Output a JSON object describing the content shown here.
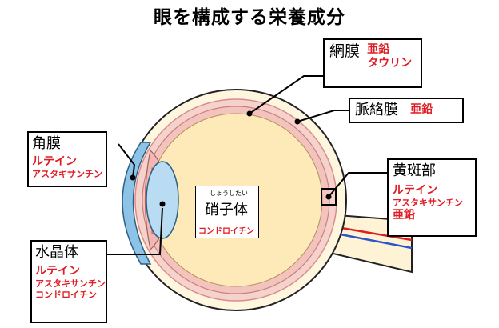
{
  "title": "眼を構成する栄養成分",
  "labels": {
    "retina": {
      "name": "網膜",
      "nutrients": [
        "亜鉛",
        "タウリン"
      ]
    },
    "choroid": {
      "name": "脈絡膜",
      "nutrients": [
        "亜鉛"
      ]
    },
    "cornea": {
      "name": "角膜",
      "nutrients": [
        "ルテイン",
        "アスタキサンチン"
      ]
    },
    "macula": {
      "name": "黄斑部",
      "nutrients": [
        "ルテイン",
        "アスタキサンチン",
        "亜鉛"
      ]
    },
    "lens": {
      "name": "水晶体",
      "nutrients": [
        "ルテイン",
        "アスタキサンチン",
        "コンドロイチン"
      ]
    },
    "vitreous": {
      "ruby": "しょうしたい",
      "name": "硝子体",
      "nutrients": [
        "コンドロイチン"
      ]
    }
  },
  "colors": {
    "sclera_outer": "#fff6df",
    "sclera_line": "#e08a8a",
    "retina_pink": "#f3c4be",
    "vitreous": "#fdeab8",
    "cornea_blue": "#8ec3e8",
    "lens_blue": "#b9dcf3",
    "nutrient_red": "#e01c24",
    "nerve_red": "#e01c24",
    "nerve_blue": "#2a55c8"
  }
}
